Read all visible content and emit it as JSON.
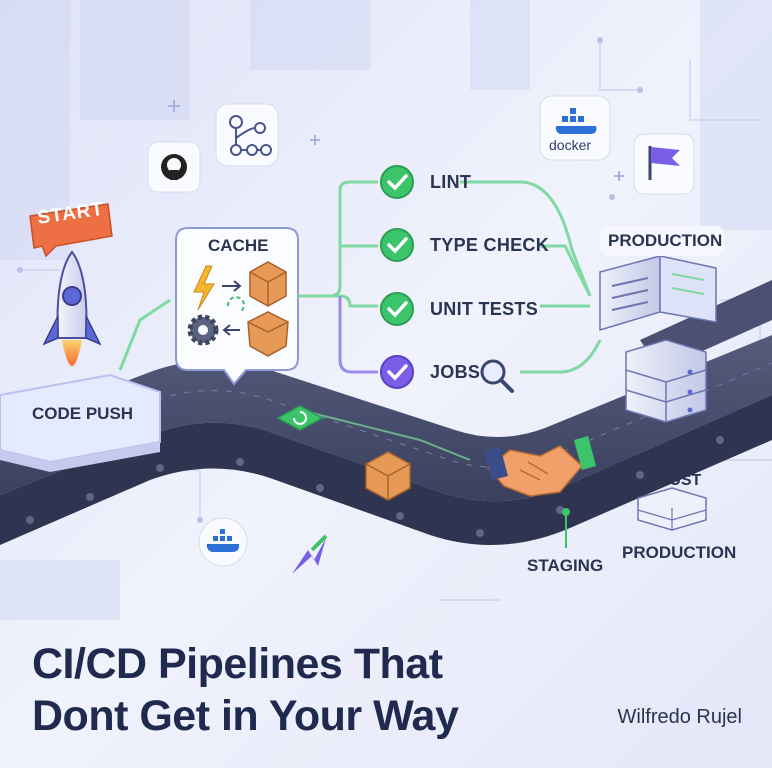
{
  "start_badge": "START",
  "code_push_label": "CODE PUSH",
  "cache": {
    "title": "CACHE"
  },
  "checks": [
    {
      "label": "LINT",
      "status": "passed",
      "color": "#3cc46a"
    },
    {
      "label": "TYPE CHECK",
      "status": "passed",
      "color": "#3cc46a"
    },
    {
      "label": "UNIT TESTS",
      "status": "passed",
      "color": "#3cc46a"
    },
    {
      "label": "JOBS",
      "status": "passed",
      "color": "#7b5ee8"
    }
  ],
  "docker_label": "docker",
  "production_top_label": "PRODUCTION",
  "trust_label": "TRUST",
  "staging_label": "STAGING",
  "production_bottom_label": "PRODUCTION",
  "title_lines": [
    "CI/CD Pipelines That",
    "Dont Get in Your Way"
  ],
  "author": "Wilfredo Rujel",
  "icons": [
    "rocket-icon",
    "github-icon",
    "workflow-icon",
    "lightning-icon",
    "box-icon",
    "gear-icon",
    "docker-icon",
    "flag-icon",
    "server-icon",
    "handshake-icon",
    "magnifier-icon",
    "sync-icon"
  ],
  "colors": {
    "accent_green": "#3cc46a",
    "accent_purple": "#7b5ee8",
    "start_orange": "#ee6f43",
    "belt": "#3e4563",
    "text_dark": "#1f2a4e"
  }
}
